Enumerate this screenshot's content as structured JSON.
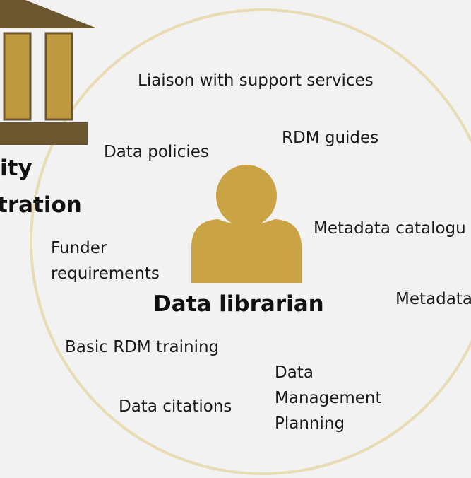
{
  "colors": {
    "background": "#f2f2f2",
    "ring": "#e7dcb4",
    "gold": "#c9a344",
    "building_dark": "#6b5630",
    "building_gold": "#bf9a3e"
  },
  "icons": {
    "building": "university-building-icon",
    "person": "person-icon"
  },
  "administration": {
    "line1": "ity",
    "line2": "tration"
  },
  "center": {
    "title": "Data librarian"
  },
  "services": {
    "liaison": "Liaison with support services",
    "rdm_guides": "RDM guides",
    "data_policies": "Data policies",
    "metadata_catalogue": "Metadata catalogu",
    "funder_requirements": "Funder\nrequirements",
    "metadata": "Metadata",
    "basic_rdm_training": "Basic RDM training",
    "data_management_planning": "Data\nManagement\nPlanning",
    "data_citations": "Data citations"
  }
}
